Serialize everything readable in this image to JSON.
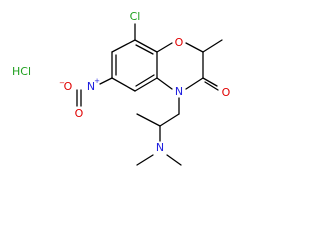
{
  "molecule": {
    "salt": "HCl",
    "atoms": {
      "cl": "Cl",
      "o_ring": "O",
      "n_ring": "N",
      "o_carbonyl": "O",
      "n_nitro": "N",
      "o_nitro_1": "O",
      "o_nitro_2": "O",
      "n_amine": "N"
    },
    "charges": {
      "nitro_n": "+",
      "nitro_o": "−"
    },
    "colors": {
      "bond": "#000000",
      "chlorine": "#1fa01f",
      "oxygen": "#e00000",
      "nitrogen": "#2020e0",
      "hcl": "#1fa01f"
    }
  }
}
